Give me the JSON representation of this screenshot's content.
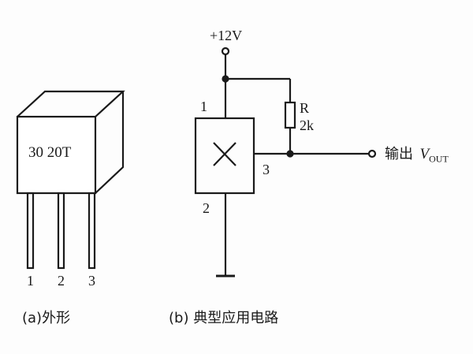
{
  "package": {
    "marking": "30 20T",
    "pins": [
      "1",
      "2",
      "3"
    ],
    "caption": "(a)外形"
  },
  "circuit": {
    "supply": "+12V",
    "resistor_name": "R",
    "resistor_value": "2k",
    "pin1": "1",
    "pin2": "2",
    "pin3": "3",
    "output_label": "输出",
    "output_symbol": "V",
    "output_subscript": "OUT",
    "caption": "(b) 典型应用电路"
  }
}
